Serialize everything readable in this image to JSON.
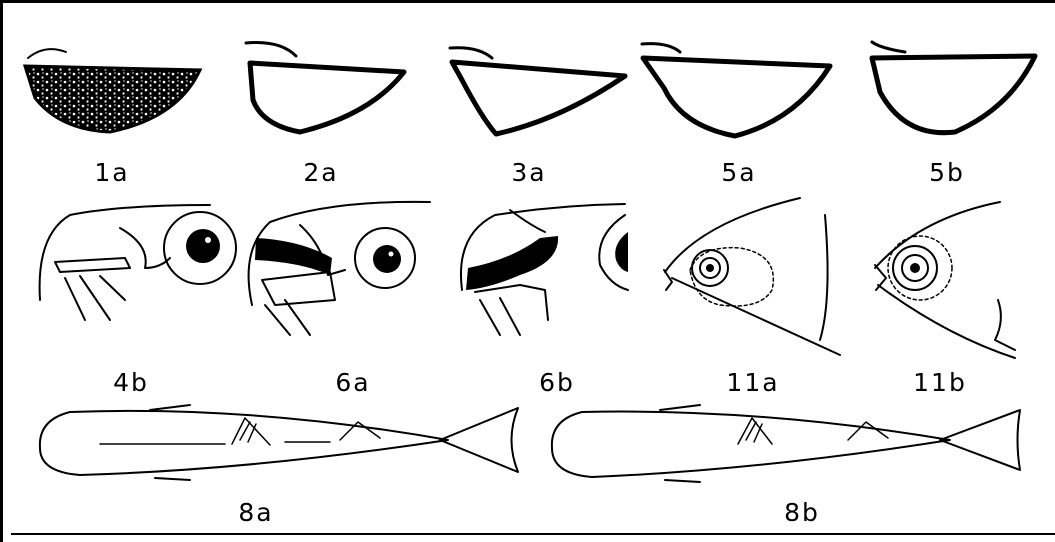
{
  "figure_labels": {
    "fig_1a": "1a",
    "fig_2a": "2a",
    "fig_3a": "3a",
    "fig_5a": "5a",
    "fig_5b": "5b",
    "fig_4b": "4b",
    "fig_6a": "6a",
    "fig_6b": "6b",
    "fig_11a": "11a",
    "fig_11b": "11b",
    "fig_8a": "8a",
    "fig_8b": "8b"
  }
}
